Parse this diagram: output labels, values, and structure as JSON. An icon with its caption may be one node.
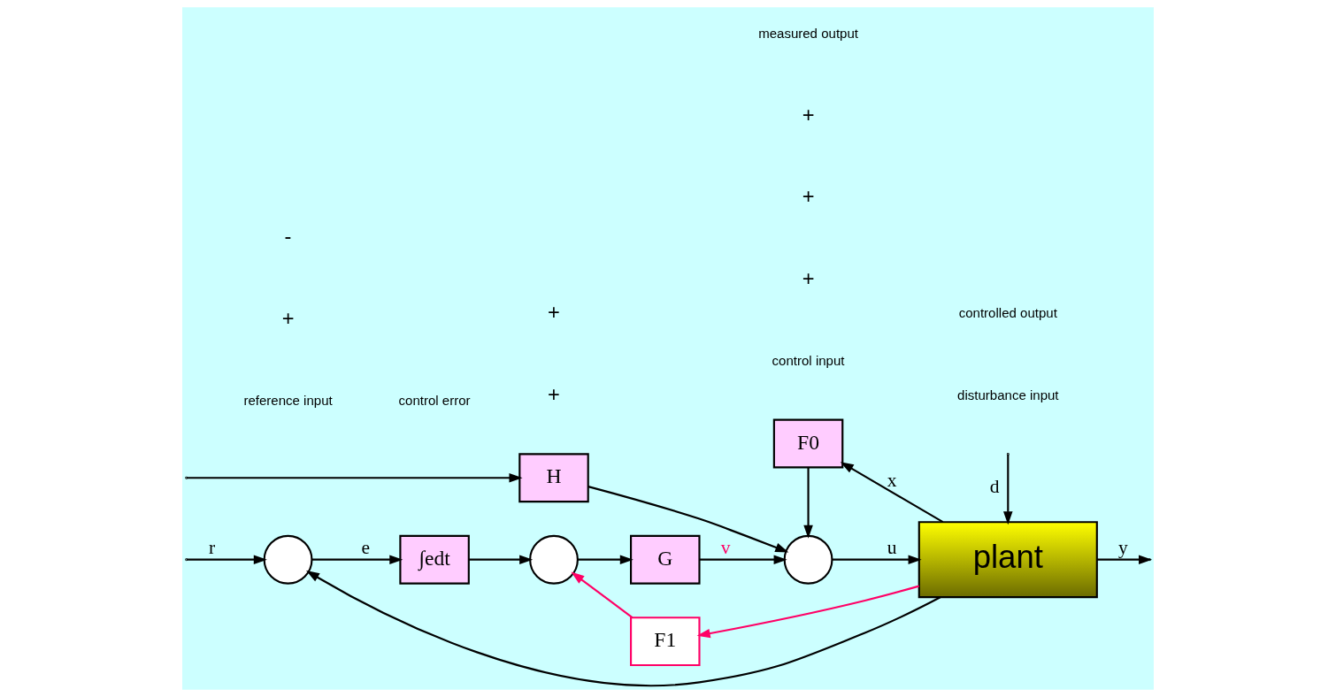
{
  "diagram": {
    "nodes": [
      {
        "text": [],
        "shape": "circle"
      },
      {
        "text": [
          "∫edt"
        ]
      },
      {
        "text": [],
        "shape": "circle"
      },
      {
        "text": [
          "G"
        ]
      },
      {
        "text": [],
        "shape": "circle"
      },
      {
        "text": [
          "plant"
        ]
      },
      {
        "text": [
          "H"
        ]
      },
      {
        "text": [
          "F0"
        ]
      },
      {
        "text": [
          "F1"
        ]
      }
    ],
    "edges": [
      {
        "from": null,
        "to": 0,
        "arrow": "to",
        "label": "r"
      },
      {
        "from": null,
        "to": 6,
        "arrow": "to"
      },
      {
        "from": 0,
        "to": 1,
        "arrow": "to",
        "label": "e"
      },
      {
        "from": 1,
        "to": 2,
        "arrow": "to"
      },
      {
        "from": 2,
        "to": 3,
        "arrow": "to"
      },
      {
        "from": 3,
        "to": 4,
        "arrow": "to",
        "label": "v"
      },
      {
        "from": 6,
        "to": 4,
        "arrow": "to"
      },
      {
        "from": 4,
        "to": 5,
        "arrow": "to",
        "label": "u"
      },
      {
        "from": null,
        "to": 5,
        "arrow": "to",
        "label": "d"
      },
      {
        "from": 5,
        "to": null,
        "arrow": "to",
        "label": "y"
      },
      {
        "from": 5,
        "to": 0,
        "arrow": "to"
      },
      {
        "from": 5,
        "to": 7,
        "arrow": "to",
        "label": "x"
      },
      {
        "from": 5,
        "to": 8,
        "arrow": "to",
        "color": "#ff0066"
      },
      {
        "from": 7,
        "to": 4,
        "arrow": "to"
      },
      {
        "from": 8,
        "to": 2,
        "arrow": "to",
        "color": "#ff0066"
      }
    ],
    "labels": [
      "disturbance input",
      "reference input",
      "control error",
      "controlled output",
      "control input",
      "+",
      "+",
      "+",
      "+",
      "-",
      "+",
      "+",
      "measured output"
    ]
  }
}
